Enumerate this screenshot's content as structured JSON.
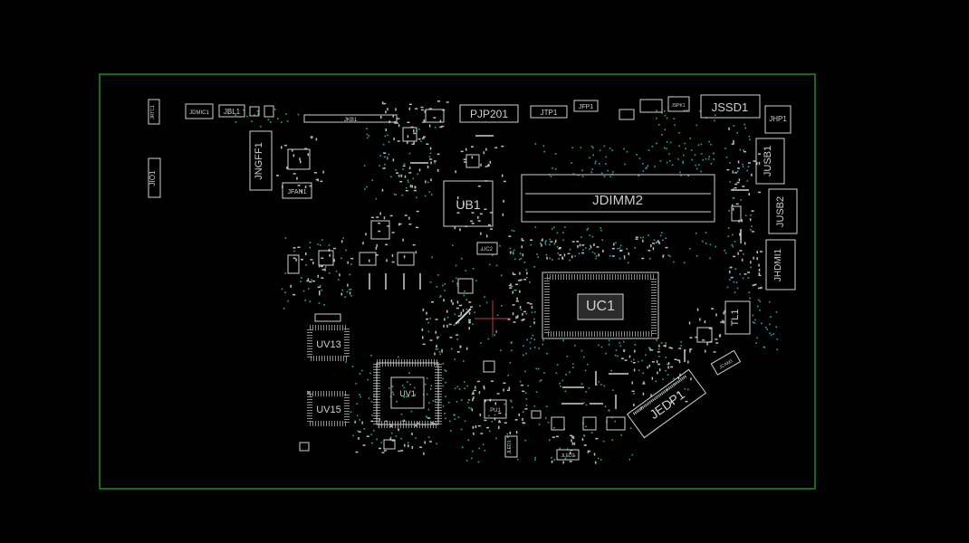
{
  "colors": {
    "background": "#000000",
    "board_outline": "#1f8a1f",
    "silkscreen": "#cfcfcf",
    "via": "#2aa6a0"
  },
  "labels": {
    "jdimm2": "JDIMM2",
    "ub1": "UB1",
    "uc1": "UC1",
    "uv13": "UV13",
    "uv15": "UV15",
    "jedp1": "JEDP1",
    "jssd1": "JSSD1",
    "pjp201": "PJP201",
    "jusb1": "JUSB1",
    "jusb2": "JUSB2",
    "jhdmi1": "JHDMI1",
    "jngff1": "JNGFF1",
    "tl1": "TL1",
    "jhp1": "JHP1",
    "jtp1": "JTP1",
    "jfp1": "JFP1",
    "jbl1": "JBL1",
    "jdmic1": "JDMIC1",
    "jfan1": "JFAN1",
    "jkb1": "JKB1",
    "jspk1": "JSPK1",
    "jrtc1": "JRTC1",
    "jio1": "JIO1",
    "jled1": "JLED1",
    "jled2": "JLED2",
    "jcam1": "JCAM1",
    "uc2": "UC2",
    "uv1": "UV1",
    "pu1": "PU1"
  }
}
